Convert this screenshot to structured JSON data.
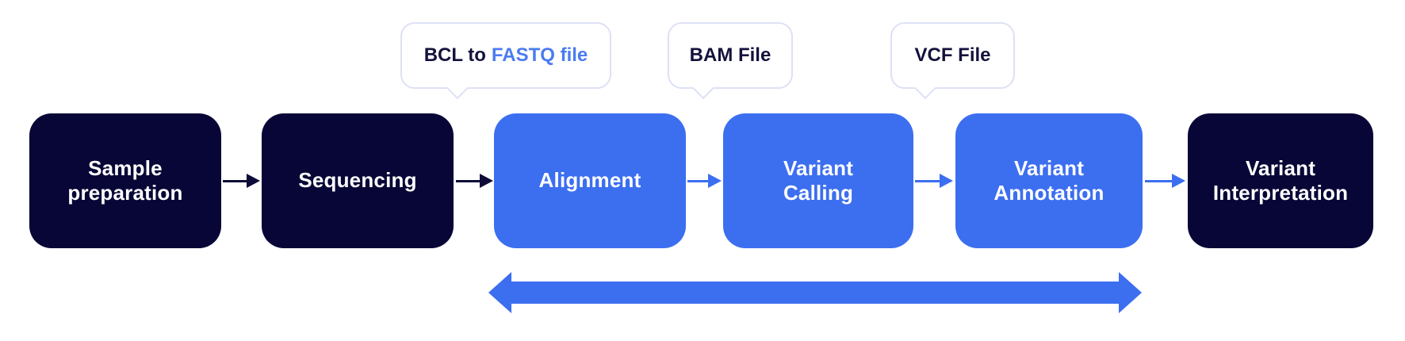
{
  "diagram": {
    "description": "Genomic sequencing data analysis pipeline flowchart",
    "steps": [
      {
        "label": "Sample\npreparation",
        "variant": "dark"
      },
      {
        "label": "Sequencing",
        "variant": "dark"
      },
      {
        "label": "Alignment",
        "variant": "blue"
      },
      {
        "label": "Variant\nCalling",
        "variant": "blue"
      },
      {
        "label": "Variant\nAnnotation",
        "variant": "blue"
      },
      {
        "label": "Variant\nInterpretation",
        "variant": "dark"
      }
    ],
    "callouts": [
      {
        "text": "BCL to",
        "highlight": "FASTQ file"
      },
      {
        "text": "BAM File"
      },
      {
        "text": "VCF File"
      }
    ],
    "colors": {
      "navy_box": "#070636",
      "blue_box": "#3C6EF0",
      "box_text": "#FFFFFF",
      "callout_border": "#DEE1F5",
      "callout_text": "#14123C",
      "callout_highlight": "#4A7BF0",
      "dark_arrow": "#0D0C38",
      "blue_arrow": "#3C6EF0"
    }
  }
}
